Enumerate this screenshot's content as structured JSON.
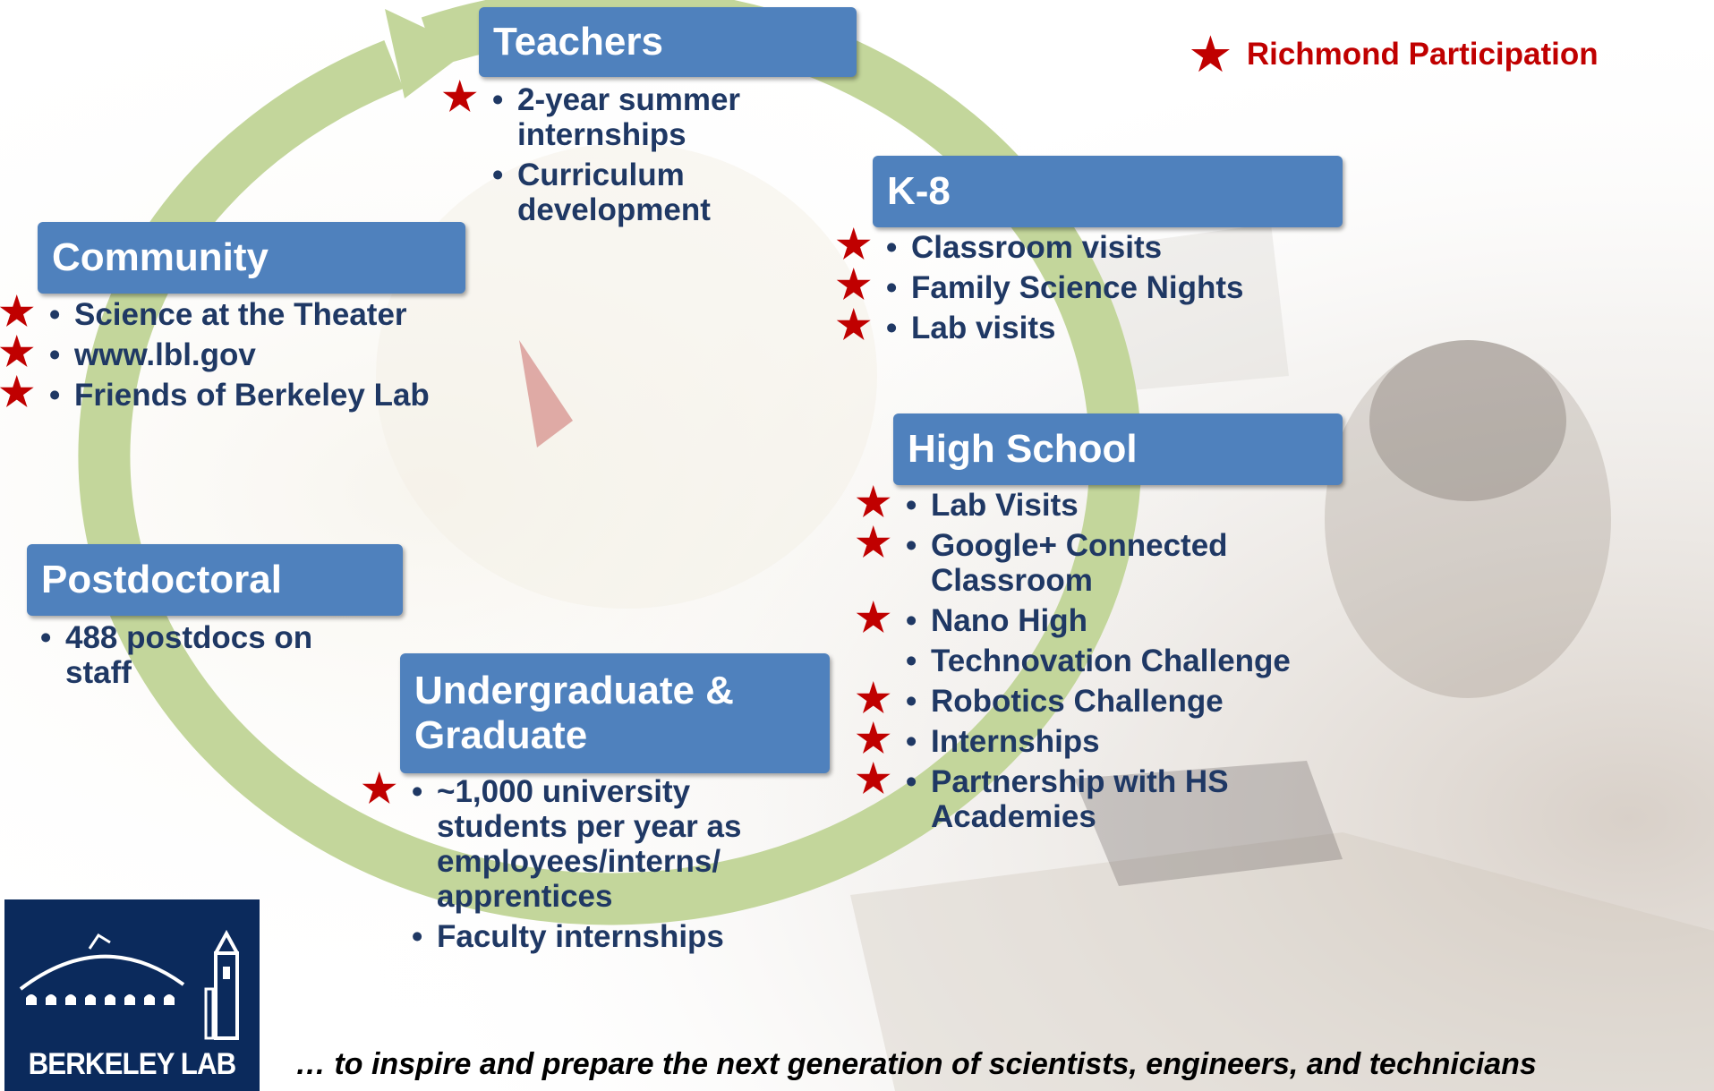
{
  "legend": {
    "label": "Richmond Participation",
    "color": "#c00000"
  },
  "colors": {
    "box": "#4f81bd",
    "bullet_text": "#1f3864",
    "cycle_arrow": "#c3d69b"
  },
  "sections": {
    "teachers": {
      "title": "Teachers",
      "items": [
        {
          "text": "2-year summer internships",
          "richmond": true
        },
        {
          "text": "Curriculum development",
          "richmond": false
        }
      ]
    },
    "k8": {
      "title": "K-8",
      "items": [
        {
          "text": "Classroom visits",
          "richmond": true
        },
        {
          "text": "Family Science Nights",
          "richmond": true
        },
        {
          "text": "Lab visits",
          "richmond": true
        }
      ]
    },
    "community": {
      "title": "Community",
      "items": [
        {
          "text": "Science at the Theater",
          "richmond": true
        },
        {
          "text": "www.lbl.gov",
          "richmond": true
        },
        {
          "text": "Friends of Berkeley Lab",
          "richmond": true
        }
      ]
    },
    "high_school": {
      "title": "High School",
      "items": [
        {
          "text": "Lab Visits",
          "richmond": true
        },
        {
          "text": "Google+ Connected Classroom",
          "richmond": true
        },
        {
          "text": "Nano High",
          "richmond": true
        },
        {
          "text": "Technovation Challenge",
          "richmond": false
        },
        {
          "text": "Robotics Challenge",
          "richmond": true
        },
        {
          "text": "Internships",
          "richmond": true
        },
        {
          "text": "Partnership with HS Academies",
          "richmond": true
        }
      ]
    },
    "postdoctoral": {
      "title": "Postdoctoral",
      "items": [
        {
          "text": "488 postdocs on staff",
          "richmond": false
        }
      ]
    },
    "undergrad": {
      "title": "Undergraduate & Graduate",
      "items": [
        {
          "text": "~1,000 university students per year as employees/interns/ apprentices",
          "richmond": true
        },
        {
          "text": "Faculty internships",
          "richmond": false
        }
      ]
    }
  },
  "logo": {
    "text": "BERKELEY LAB"
  },
  "tagline": "… to inspire and prepare the next generation of scientists, engineers, and technicians",
  "bullet_glyph": "•",
  "star_glyph": "★"
}
